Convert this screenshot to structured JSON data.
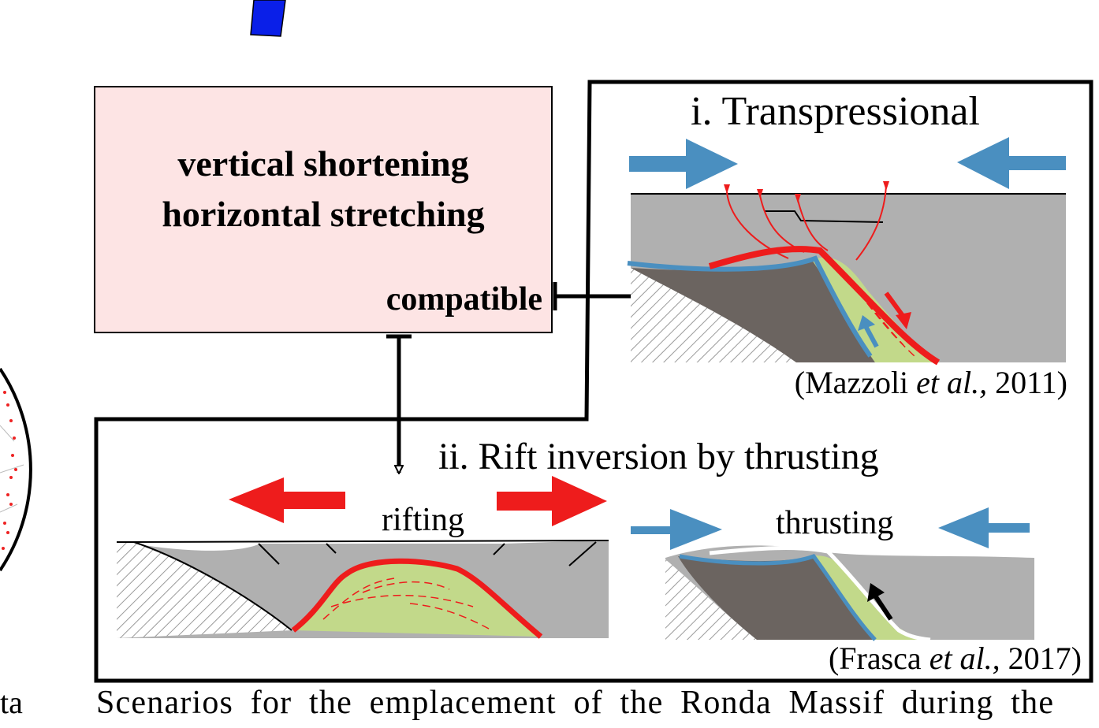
{
  "concept_box": {
    "line1": "vertical shortening",
    "line2": "horizontal stretching",
    "relation": "compatible"
  },
  "scenario_i": {
    "title": "i. Transpressional",
    "citation": {
      "prefix": "(Mazzoli ",
      "etal": "et al.,",
      "year": " 2011)"
    }
  },
  "scenario_ii": {
    "title": "ii. Rift inversion by thrusting",
    "panel_left_label": "rifting",
    "panel_right_label": "thrusting",
    "citation": {
      "prefix": "(Frasca ",
      "etal": "et al.,",
      "year": " 2017)"
    }
  },
  "left_edge_fragment": "ta",
  "caption": "Scenarios for the emplacement of the Ronda Massif during the",
  "colors": {
    "box_fill": "#fde4e4",
    "arrow_blue": "#4a8fc0",
    "arrow_red": "#ee1c1c",
    "rock_gray": "#b0b0b0",
    "mantle_dark": "#6b6460",
    "peridotite_green": "#c2d98a",
    "bar_blue": "#0a1fe8"
  }
}
